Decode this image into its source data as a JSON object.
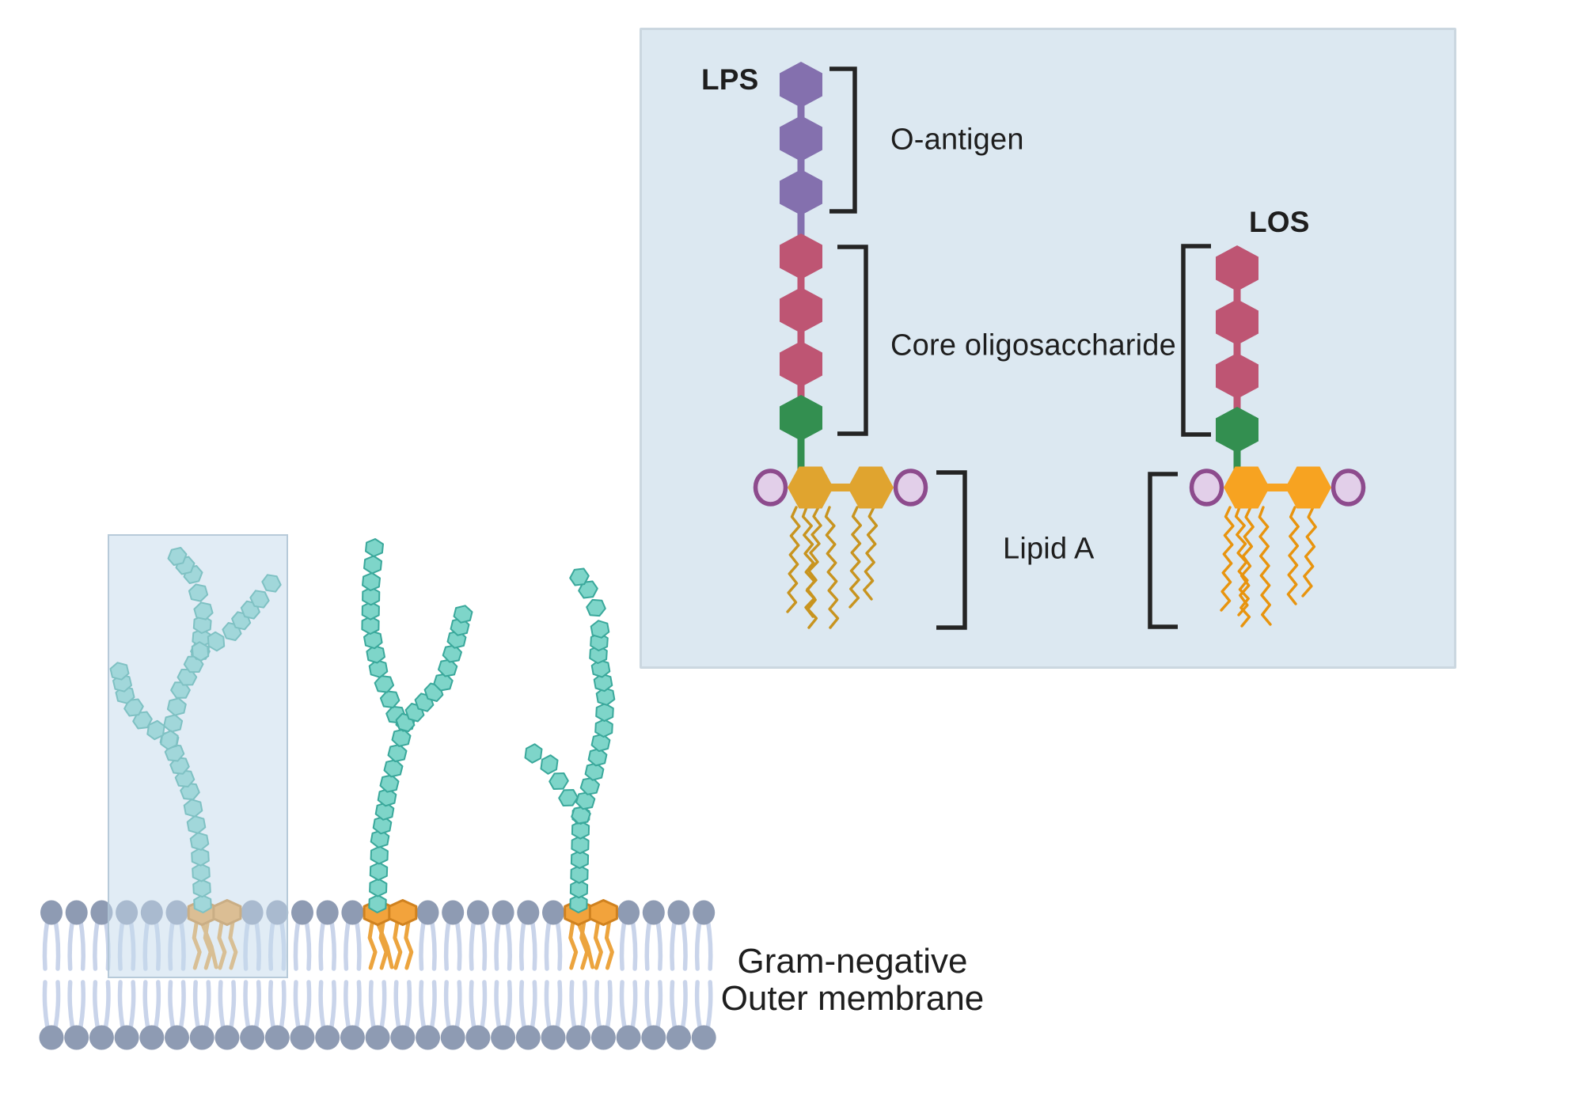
{
  "panel": {
    "lps": {
      "label": "LPS",
      "o_antigen_units": 3,
      "core_pink_units": 3,
      "core_green_units": 1,
      "lipid_a": {
        "sugar_units": 2,
        "phosphate_groups": 2,
        "acyl_tails": 6
      }
    },
    "los": {
      "label": "LOS",
      "core_pink_units": 3,
      "core_green_units": 1,
      "lipid_a": {
        "sugar_units": 2,
        "phosphate_groups": 2,
        "acyl_tails": 6
      }
    },
    "annotations": [
      {
        "id": "o-antigen",
        "label": "O-antigen"
      },
      {
        "id": "core-oligosaccharide",
        "label": "Core oligosaccharide"
      },
      {
        "id": "lipid-a",
        "label": "Lipid A"
      }
    ]
  },
  "membrane": {
    "label_line1": "Gram-negative",
    "label_line2": "Outer membrane",
    "outer_leaflet_phospholipids": 21,
    "inner_leaflet_phospholipids": 27,
    "embedded_lps_anchors": 3,
    "surface_polysaccharide_chains": 3
  },
  "colors": {
    "o_antigen_purple": "#8470AE",
    "core_pink": "#BE5573",
    "core_green": "#338F50",
    "lipid_a_gold": "#E0A42F",
    "lipid_a_orange": "#F7A321",
    "tail_gold": "#C8941F",
    "tail_orange": "#E8940E",
    "phosphate_fill": "#E2CFE9",
    "phosphate_ring": "#8D4B8D",
    "teal_fill": "#7ED5C9",
    "teal_stroke": "#3AA89B",
    "head_fill": "#8E9BB3",
    "membrane_tail": "#C9D4EA",
    "anchor_fill": "#F2A33C",
    "anchor_stroke": "#D0821F",
    "anchor_tail": "#ECA43E",
    "bracket": "#242424",
    "text": "#1E1E1E",
    "panel_bg": "#DCE8F1"
  }
}
